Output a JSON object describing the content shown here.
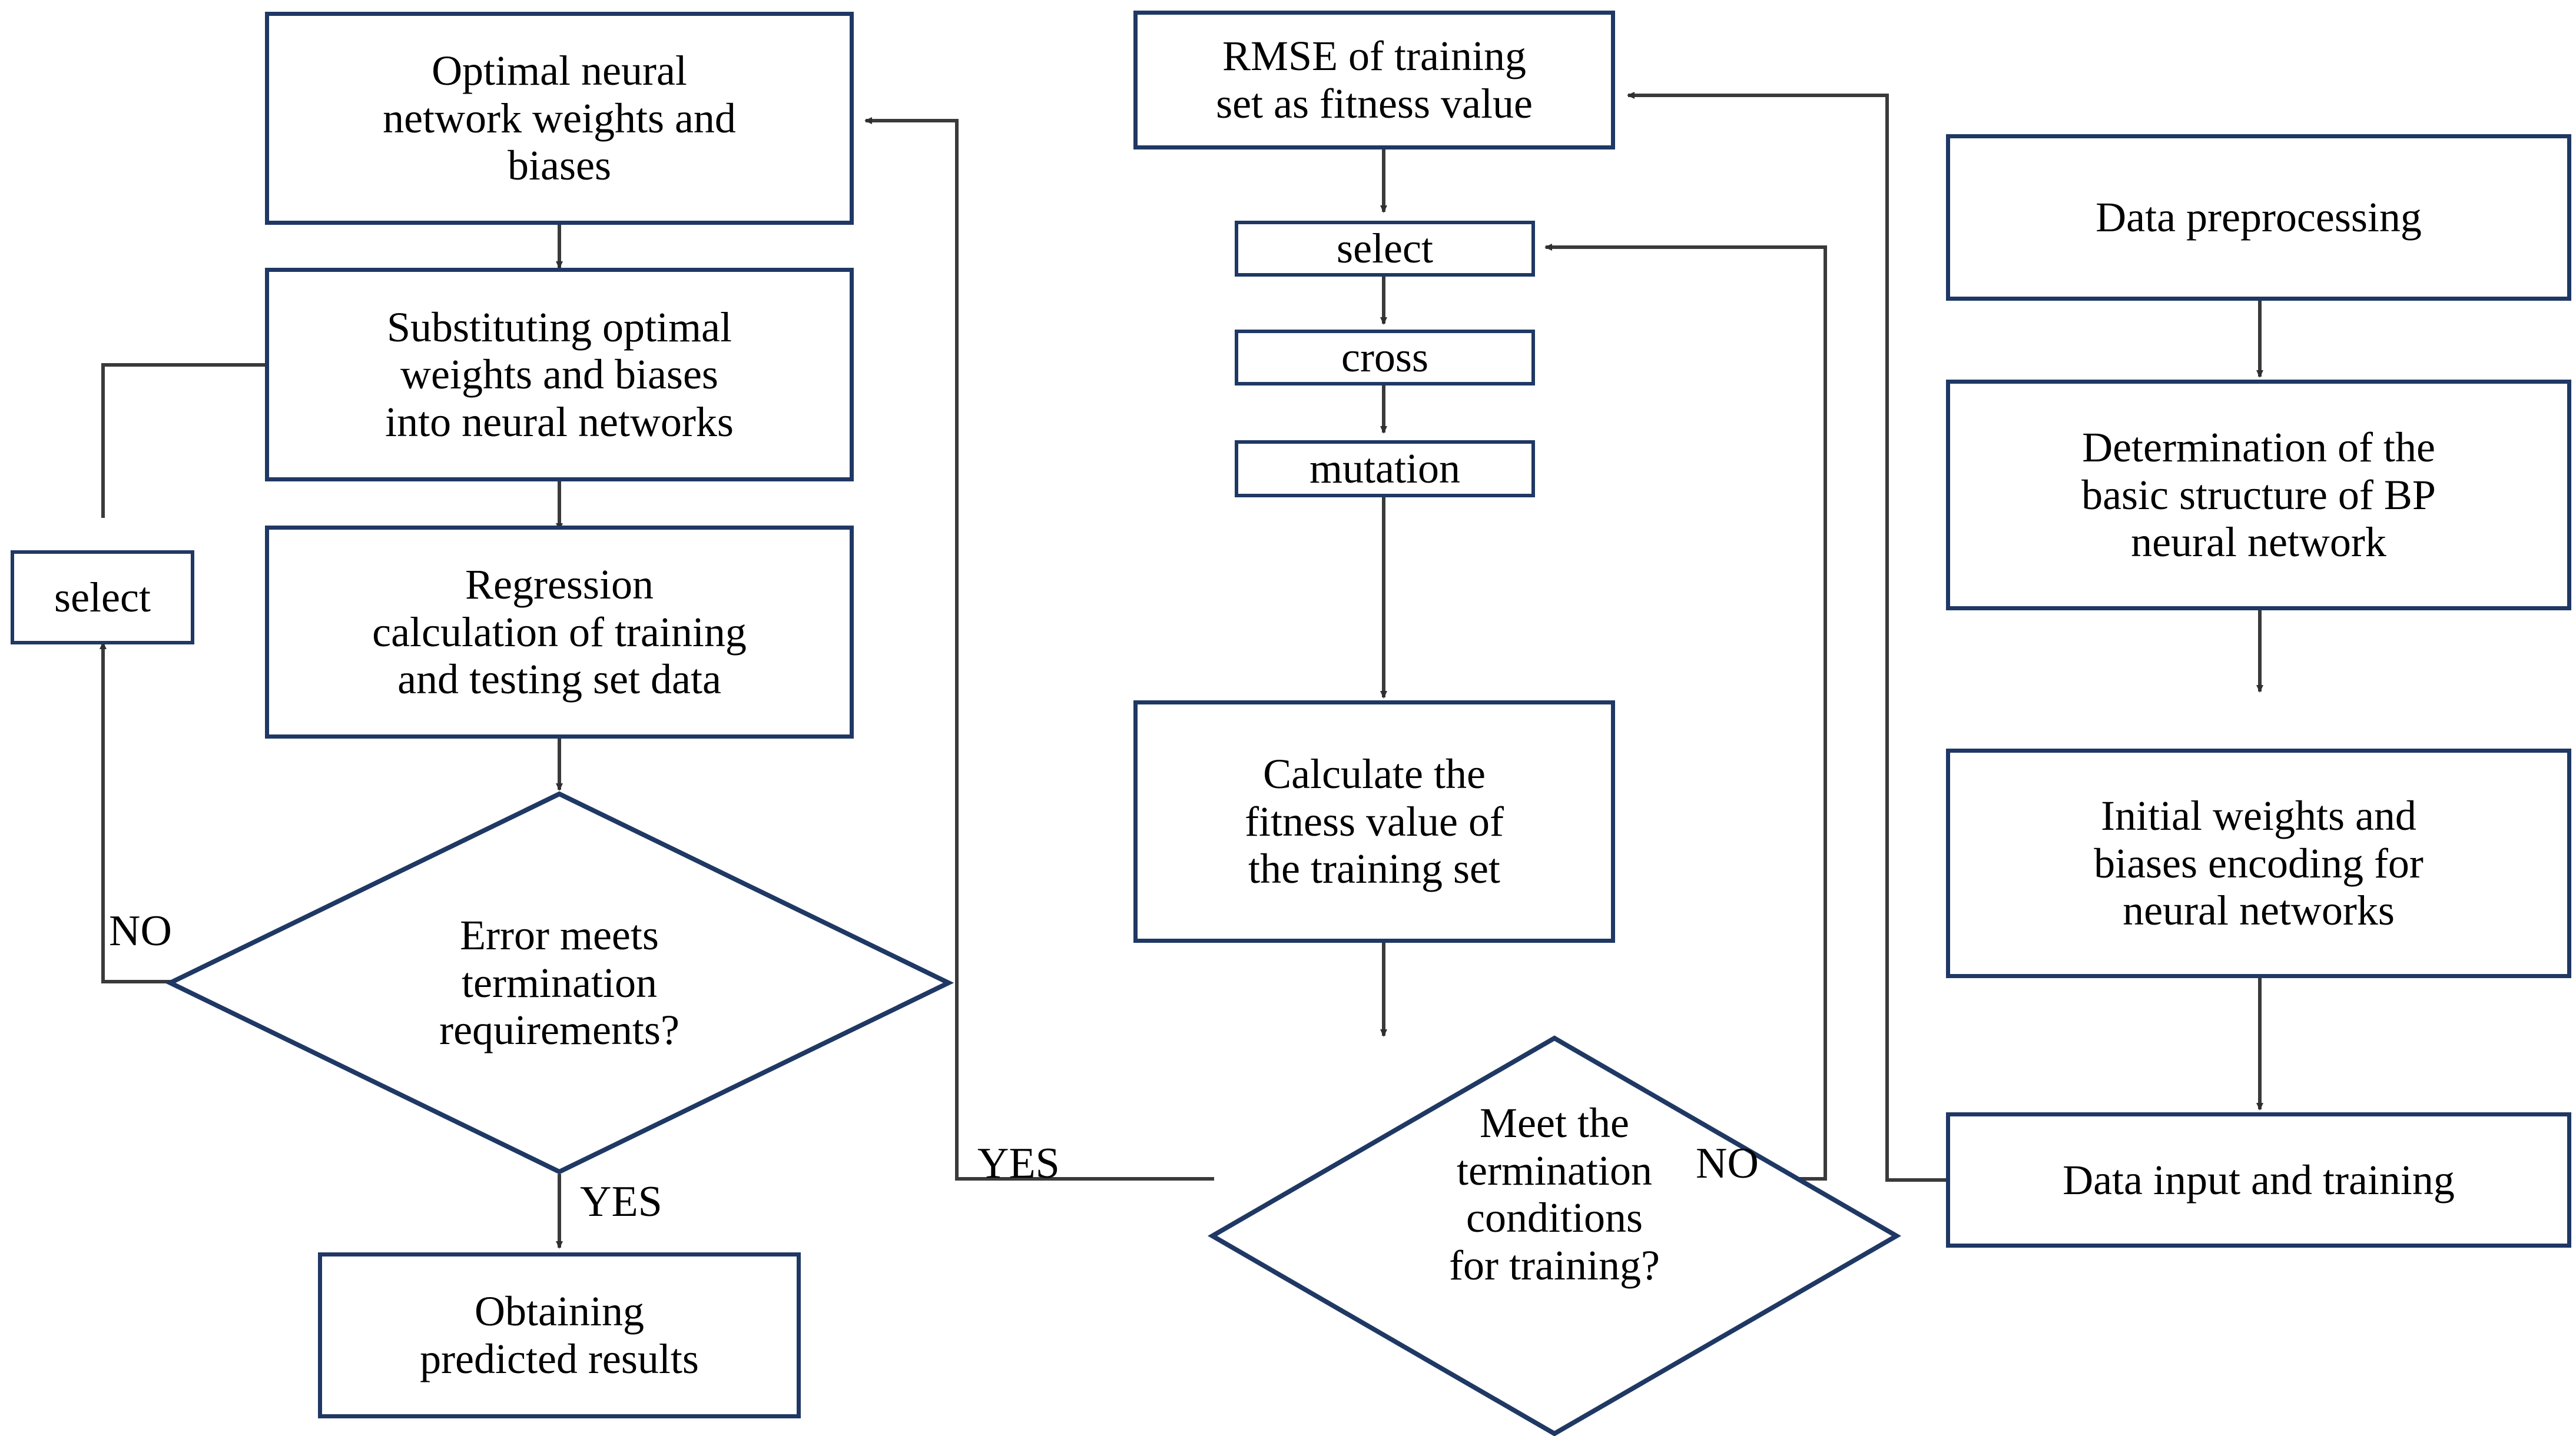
{
  "diagram": {
    "title": "BP neural network optimized by genetic algorithm flowchart",
    "colors": {
      "node_border": "#1F3864",
      "connector": "#3a3a3a",
      "text": "#000000",
      "background": "#FFFFFF"
    },
    "left_column": {
      "optimal_weights": "Optimal neural\nnetwork weights and\nbiases",
      "substituting": "Substituting optimal\nweights and biases\ninto neural networks",
      "regression": "Regression\ncalculation of training\nand testing set data",
      "error_decision": "Error meets\ntermination\nrequirements?",
      "select": "select",
      "obtaining": "Obtaining\npredicted results",
      "label_no": "NO",
      "label_yes": "YES"
    },
    "middle_column": {
      "rmse": "RMSE of training\nset as fitness value",
      "select": "select",
      "cross": "cross",
      "mutation": "mutation",
      "calculate": "Calculate the\nfitness value of\nthe training set",
      "meet_decision": "Meet the\ntermination\nconditions\nfor training?",
      "label_yes": "YES",
      "label_no": "NO"
    },
    "right_column": {
      "preprocessing": "Data preprocessing",
      "determination": "Determination of the\nbasic structure of BP\nneural network",
      "initial_weights": "Initial weights and\nbiases encoding for\nneural networks",
      "data_input": "Data input and training"
    }
  }
}
